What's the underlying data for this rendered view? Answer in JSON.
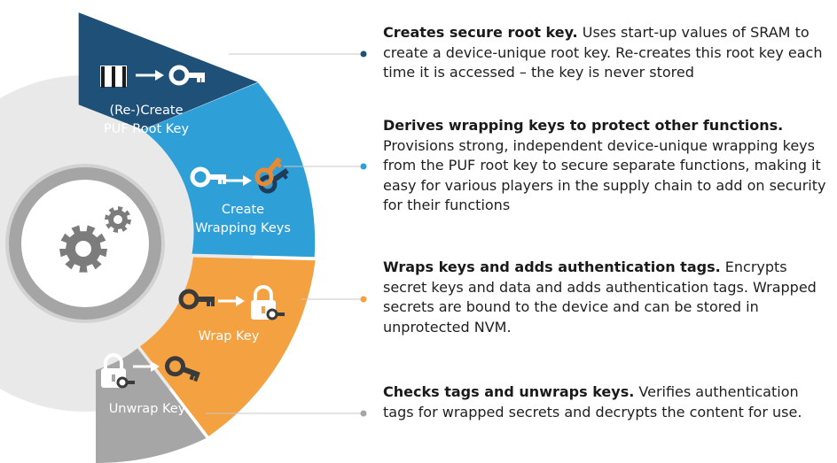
{
  "colors": {
    "navy": "#1f5077",
    "blue": "#2f9fd8",
    "orange": "#f4a142",
    "gray": "#a6a6a6",
    "outer_ring": "#e9e9e9",
    "mid_ring": "#cfcfcf",
    "gear_ring": "#a5a5a5",
    "gear": "#7c7c7c",
    "text": "#1f1f1f"
  },
  "segments": [
    {
      "line1": "(Re-)Create",
      "line2": "PUF Root Key",
      "input_icon": "qr-code-icon",
      "output_icon": "key-icon"
    },
    {
      "line1": "Create",
      "line2": "Wrapping Keys",
      "input_icon": "key-icon",
      "output_icon": "double-key-icon"
    },
    {
      "line1": "Wrap Key",
      "input_icon": "key-icon",
      "output_icon": "padlock-icon"
    },
    {
      "line1": "Unwrap Key",
      "input_icon": "padlock-icon",
      "output_icon": "key-icon"
    }
  ],
  "descriptions": [
    {
      "title": "Creates secure root key.",
      "body": "Uses start-up values of SRAM to create a device-unique root key. Re-creates this root key each time it is accessed – the key is never stored"
    },
    {
      "title": "Derives wrapping keys to protect other functions.",
      "body": "Provisions strong, independent device-unique wrapping keys from the PUF root key to secure separate functions, making it easy for various players in the supply chain to add on security for their functions"
    },
    {
      "title": "Wraps keys and adds authentication tags.",
      "body": "Encrypts secret keys and data and adds authentication tags. Wrapped secrets are bound to the device and can be stored in unprotected NVM."
    },
    {
      "title": "Checks tags and unwraps keys.",
      "body": "Verifies authentication tags for wrapped secrets and decrypts the content for use."
    }
  ],
  "center_icon": "gears-icon"
}
